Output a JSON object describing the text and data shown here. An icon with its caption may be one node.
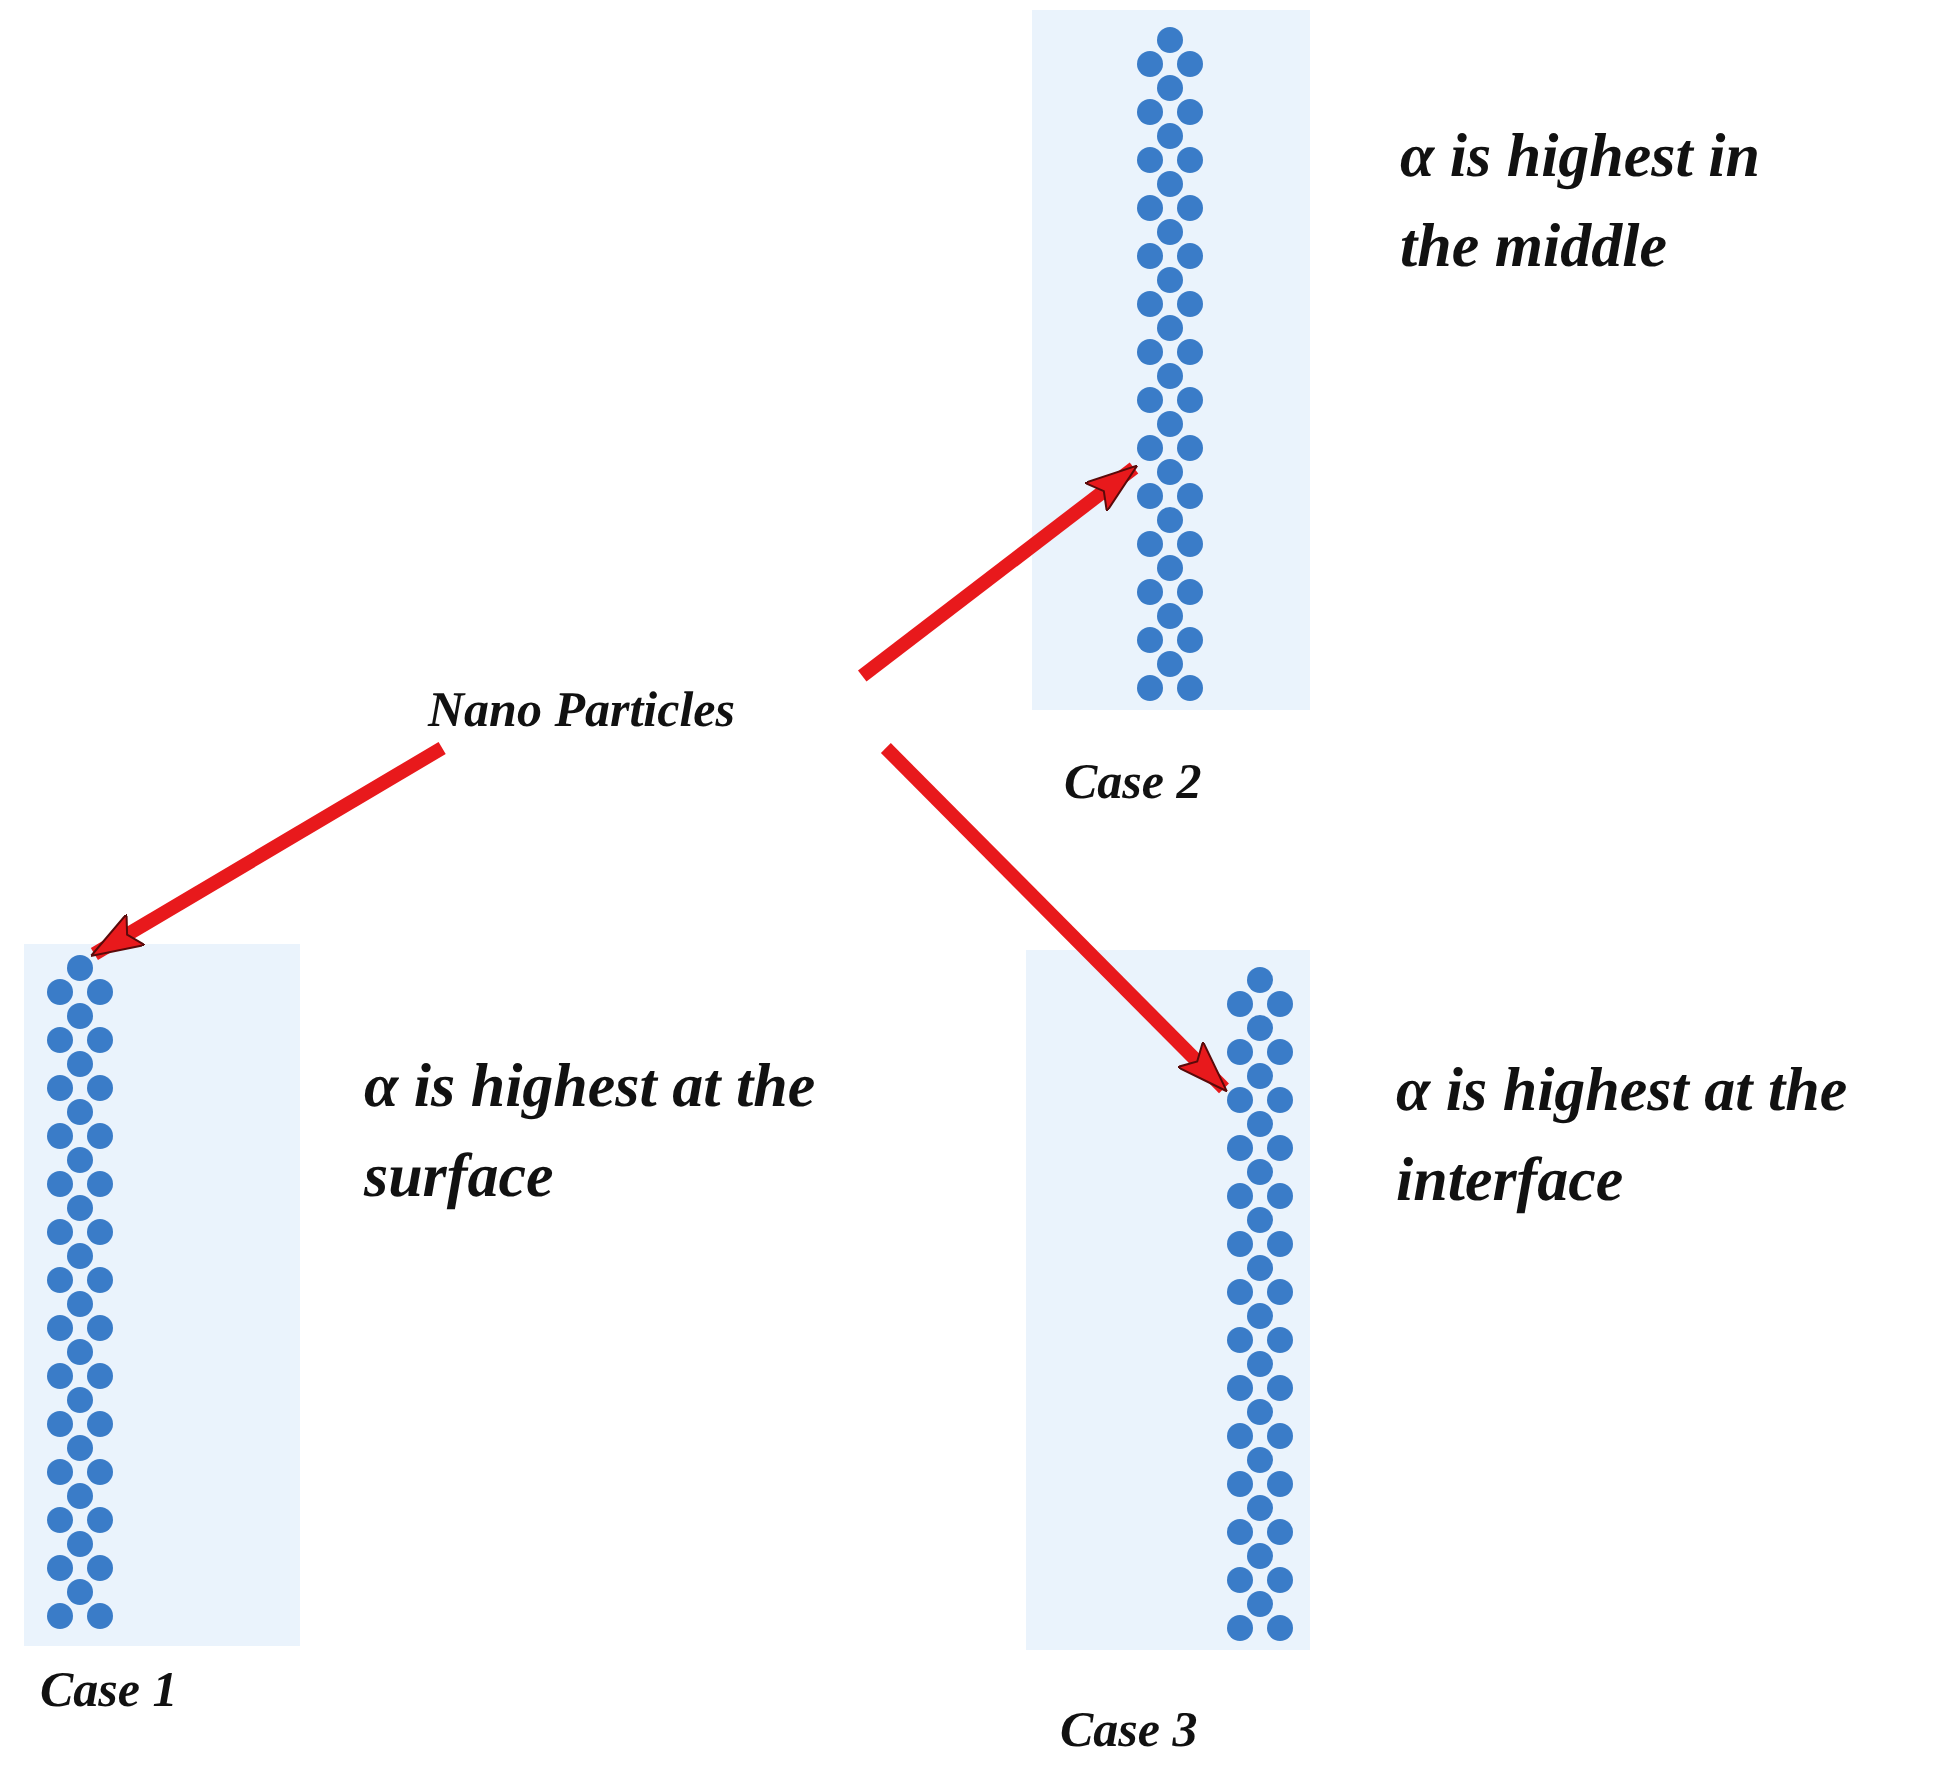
{
  "diagram": {
    "nodes": [
      {
        "text": [
          "Nano Particles"
        ]
      },
      {
        "text": [],
        "shape": "box",
        "beside": [
          "Case 2"
        ]
      },
      {
        "text": [],
        "shape": "bar",
        "in": 1
      },
      {
        "text": [],
        "shape": "box",
        "beside": [
          "Case 1"
        ]
      },
      {
        "text": [],
        "shape": "bar",
        "in": 3
      },
      {
        "text": [],
        "shape": "box",
        "beside": [
          "Case 3"
        ]
      },
      {
        "text": [],
        "shape": "bar",
        "in": 5
      }
    ],
    "edges": [
      {
        "from": 0,
        "to": 2,
        "arrow": "to"
      },
      {
        "from": 0,
        "to": 4,
        "arrow": "to"
      },
      {
        "from": 0,
        "to": 6,
        "arrow": "to"
      }
    ],
    "labels": [
      "α is highest in the middle",
      "α is highest at the surface",
      "α is highest at the interface"
    ]
  }
}
